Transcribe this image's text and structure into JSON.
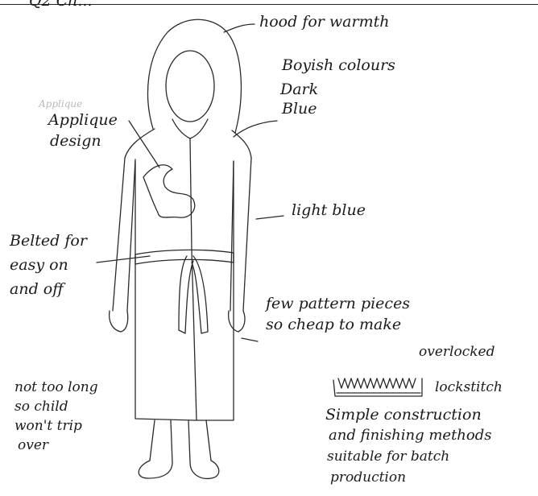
{
  "header_fragment": "Q2 Ch...",
  "annotations": {
    "hood": "hood for warmth",
    "colours_line1": "Boyish colours",
    "colours_line2": "Dark",
    "colours_line3": "Blue",
    "faint_scribble": "Applique",
    "applique_line1": "Applique",
    "applique_line2": "design",
    "light_blue": "light blue",
    "belted_line1": "Belted for",
    "belted_line2": "easy on",
    "belted_line3": "and off",
    "pattern_line1": "few pattern pieces",
    "pattern_line2": "so cheap to make",
    "overlocked": "overlocked",
    "lockstitch": "lockstitch",
    "not_long_line1": "not too long",
    "not_long_line2": "so child",
    "not_long_line3": "won't trip",
    "not_long_line4": "over",
    "simple_line1": "Simple construction",
    "simple_line2": "and finishing methods",
    "simple_line3": "suitable for batch",
    "simple_line4": "production"
  }
}
